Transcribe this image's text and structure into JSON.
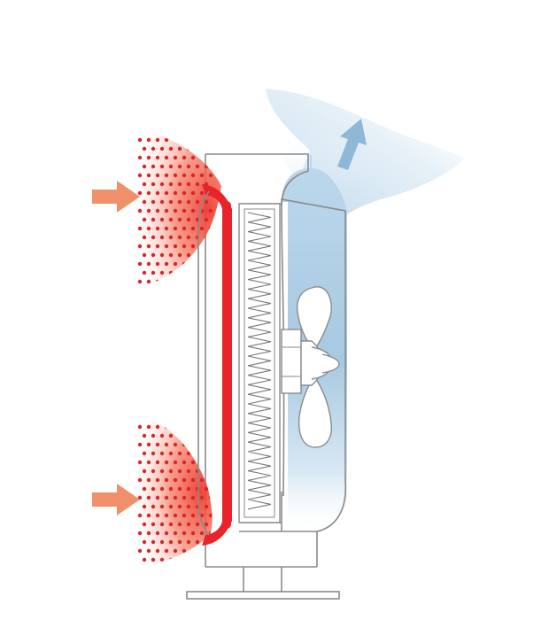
{
  "diagram": {
    "type": "air-purifier-airflow",
    "labels": [],
    "intake_zones": [
      {
        "name": "upper-intake"
      },
      {
        "name": "lower-intake"
      }
    ],
    "colors": {
      "outline": "#8a8a8a",
      "red_channel": "#e8232a",
      "red_dots": "#d7262a",
      "intake_arrow": "#f0906a",
      "outlet_arrow": "#8fb7d6",
      "blue_chamber": "#a9cbe3",
      "fan_white": "#ffffff"
    }
  }
}
